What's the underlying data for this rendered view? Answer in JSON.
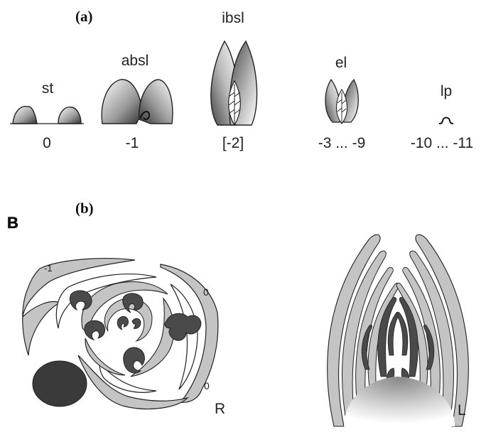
{
  "panel_a": {
    "label": "(a)",
    "stages": [
      {
        "name": "st",
        "index": "0"
      },
      {
        "name": "absl",
        "index": "-1"
      },
      {
        "name": "ibsl",
        "index": "[-2]"
      },
      {
        "name": "el",
        "index": "-3 ... -9"
      },
      {
        "name": "lp",
        "index": "-10 ... -11"
      }
    ]
  },
  "panel_b": {
    "label": "(b)",
    "figure_letter": "B",
    "cross_section": {
      "letter": "R",
      "leaf_numbers": [
        "-1",
        "0",
        "0"
      ]
    },
    "longitudinal_section": {
      "letter": "L"
    }
  },
  "colors": {
    "ink": "#222222",
    "light_gray": "#c4c4c4",
    "dark_gray": "#4a4a4a",
    "mid_gray": "#8a8a8a"
  }
}
